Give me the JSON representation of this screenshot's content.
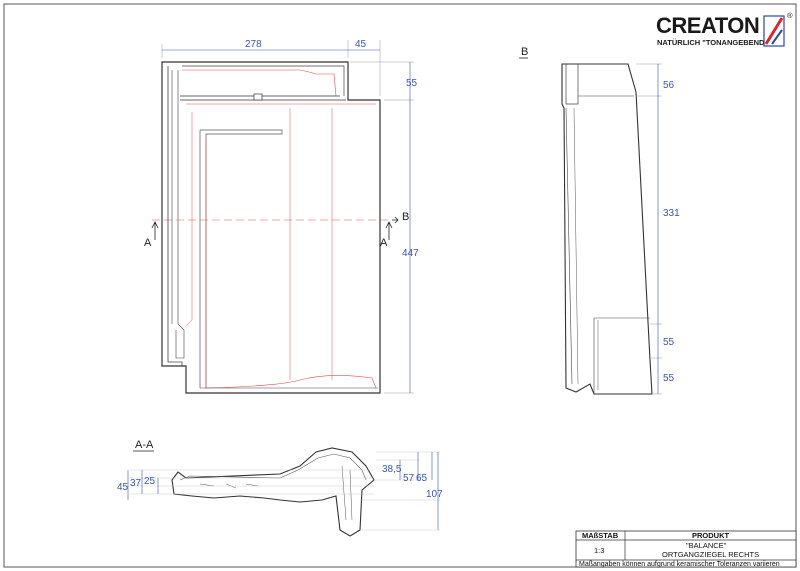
{
  "brand": {
    "name": "CREATON",
    "registered": "®",
    "tagline": "NATÜRLICH \"TONANGEBEND\""
  },
  "top_view": {
    "dims": {
      "width": "278",
      "overhang": "45",
      "head": "55",
      "length": "447"
    },
    "section_markers": {
      "a_left": "A",
      "a_right": "A",
      "b_right": "B"
    }
  },
  "side_view": {
    "label": "B",
    "dims": {
      "top": "56",
      "middle": "331",
      "lower": "55",
      "bottom": "55"
    }
  },
  "section_view": {
    "label": "A-A",
    "dims": {
      "d45": "45",
      "d37": "37",
      "d25": "25",
      "d38_5": "38,5",
      "d57": "57",
      "d65": "65",
      "d107": "107"
    }
  },
  "title_block": {
    "scale_header": "MAßSTAB",
    "product_header": "PRODUKT",
    "scale_value": "1:3",
    "product_name": "\"BALANCE\"",
    "product_type": "ORTGANGZIEGEL RECHTS",
    "note": "Maßangaben können aufgrund keramischer Toleranzen variieren"
  },
  "colors": {
    "outline": "#333333",
    "dimension": "#3a55a8",
    "accent_red": "#e05050",
    "logo_blue": "#2a4a9a",
    "logo_red": "#d42a2a"
  }
}
